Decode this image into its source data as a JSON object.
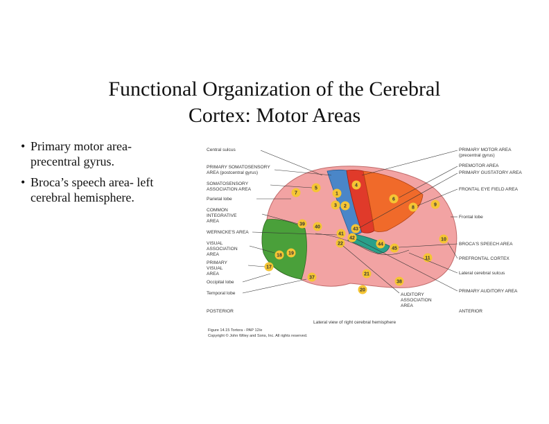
{
  "slide": {
    "title_line1": "Functional Organization of the Cerebral",
    "title_line2": "Cortex: Motor Areas",
    "bullets": [
      {
        "line1": "Primary motor area-",
        "line2": "precentral gyrus."
      },
      {
        "line1": "Broca’s speech area- left",
        "line2": "cerebral hemisphere."
      }
    ]
  },
  "figure": {
    "left_labels": {
      "central_sulcus": "Central sulcus",
      "somatosensory_1": "PRIMARY SOMATOSENSORY",
      "somatosensory_2": "AREA (postcentral gyrus)",
      "somato_assoc_1": "SOMATOSENSORY",
      "somato_assoc_2": "ASSOCIATION AREA",
      "parietal": "Parietal lobe",
      "common_1": "COMMON",
      "common_2": "INTEGRATIVE",
      "common_3": "AREA",
      "wernicke": "WERNICKE'S AREA",
      "visual_assoc_1": "VISUAL",
      "visual_assoc_2": "ASSOCIATION",
      "visual_assoc_3": "AREA",
      "primary_visual_1": "PRIMARY",
      "primary_visual_2": "VISUAL",
      "primary_visual_3": "AREA",
      "occipital": "Occipital lobe",
      "temporal": "Temporal lobe",
      "posterior": "POSTERIOR"
    },
    "right_labels": {
      "motor_1": "PRIMARY MOTOR AREA",
      "motor_2": "(precentral gyrus)",
      "premotor": "PREMOTOR AREA",
      "gustatory": "PRIMARY GUSTATORY AREA",
      "eye_field": "FRONTAL EYE FIELD AREA",
      "frontal": "Frontal lobe",
      "broca": "BROCA'S SPEECH AREA",
      "prefrontal": "PREFRONTAL CORTEX",
      "lateral_sulcus": "Lateral cerebral sulcus",
      "auditory": "PRIMARY AUDITORY AREA",
      "anterior": "ANTERIOR"
    },
    "bottom_labels": {
      "aud_assoc_1": "AUDITORY",
      "aud_assoc_2": "ASSOCIATION",
      "aud_assoc_3": "AREA",
      "view": "Lateral view of right cerebral hemisphere",
      "caption_1": "Figure 14.15  Tortora - PAP 12/e",
      "caption_2": "Copyright © John Wiley and Sons, Inc. All rights reserved."
    },
    "area_numbers": {
      "n1": "1",
      "n2": "2",
      "n3": "3",
      "n4": "4",
      "n5": "5",
      "n6": "6",
      "n7": "7",
      "n8": "8",
      "n9": "9",
      "n10": "10",
      "n11": "11",
      "n17": "17",
      "n18": "18",
      "n19": "19",
      "n20": "20",
      "n21": "21",
      "n22": "22",
      "n37": "37",
      "n38": "38",
      "n39": "39",
      "n40": "40",
      "n41": "41",
      "n42": "42",
      "n43": "43",
      "n44": "44",
      "n45": "45"
    },
    "colors": {
      "cortex": "#f2a3a3",
      "motor": "#e03a2a",
      "premotor": "#f06a2a",
      "somatosensory": "#4a86c8",
      "visual": "#4aa03a",
      "auditory": "#2aa08a",
      "marker": "#f5c534"
    }
  }
}
